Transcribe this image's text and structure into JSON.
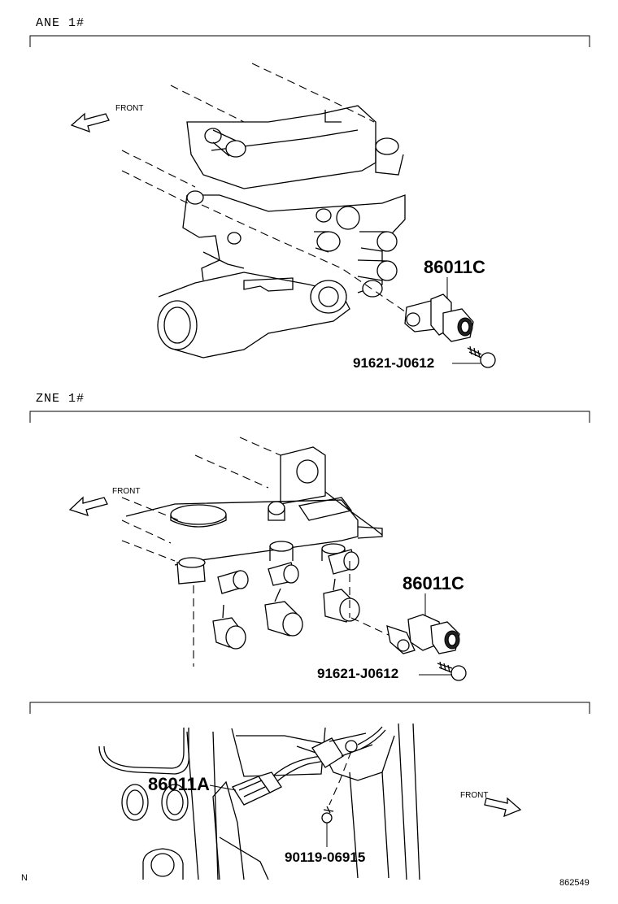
{
  "sections": {
    "ane": {
      "label": "ANE 1#",
      "part_sensor": "86011C",
      "part_bolt": "91621-J0612",
      "front": "FRONT"
    },
    "zne": {
      "label": "ZNE 1#",
      "part_sensor": "86011C",
      "part_bolt": "91621-J0612",
      "front": "FRONT"
    },
    "lower": {
      "part_connector": "86011A",
      "part_bolt": "90119-06915",
      "front": "FRONT"
    }
  },
  "footer": {
    "left_mark": "N",
    "drawing_number": "862549"
  }
}
